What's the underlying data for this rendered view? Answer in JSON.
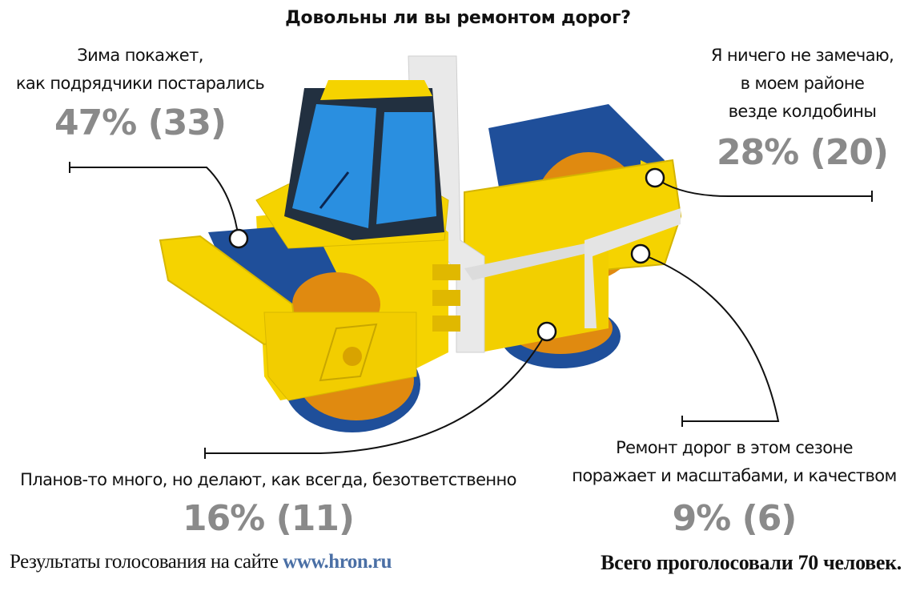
{
  "header": {
    "title": "Довольны ли вы ремонтом дорог?"
  },
  "answers": [
    {
      "label_lines": [
        "Зима покажет,",
        "как подрядчики постарались"
      ],
      "percent_text": "47% (33)"
    },
    {
      "label_lines": [
        "Я ничего не замечаю,",
        "в моем районе",
        "везде колдобины"
      ],
      "percent_text": "28% (20)"
    },
    {
      "label_lines": [
        "Планов-то много, но делают, как всегда, безответственно"
      ],
      "percent_text": "16% (11)"
    },
    {
      "label_lines": [
        "Ремонт дорог в этом сезоне",
        "поражает и масштабами, и качеством"
      ],
      "percent_text": "9% (6)"
    }
  ],
  "footer": {
    "source_prefix": "Результаты голосования на сайте ",
    "source_url": "www.hron.ru",
    "total_text": "Всего проголосовали 70 человек."
  },
  "colors": {
    "percent": "#8a8a8a",
    "url": "#4a6fa5",
    "roller_yellow": "#f5d300",
    "roller_blue": "#1f4f9a",
    "drum_orange": "#e08a10"
  },
  "chart_data": {
    "type": "pie",
    "title": "Довольны ли вы ремонтом дорог?",
    "categories": [
      "Зима покажет, как подрядчики постарались",
      "Я ничего не замечаю, в моем районе везде колдобины",
      "Планов-то много, но делают, как всегда, безответственно",
      "Ремонт дорог в этом сезоне поражает и масштабами, и качеством"
    ],
    "values": [
      47,
      28,
      16,
      9
    ],
    "counts": [
      33,
      20,
      11,
      6
    ],
    "unit": "%",
    "total_votes": 70,
    "source": "www.hron.ru"
  }
}
